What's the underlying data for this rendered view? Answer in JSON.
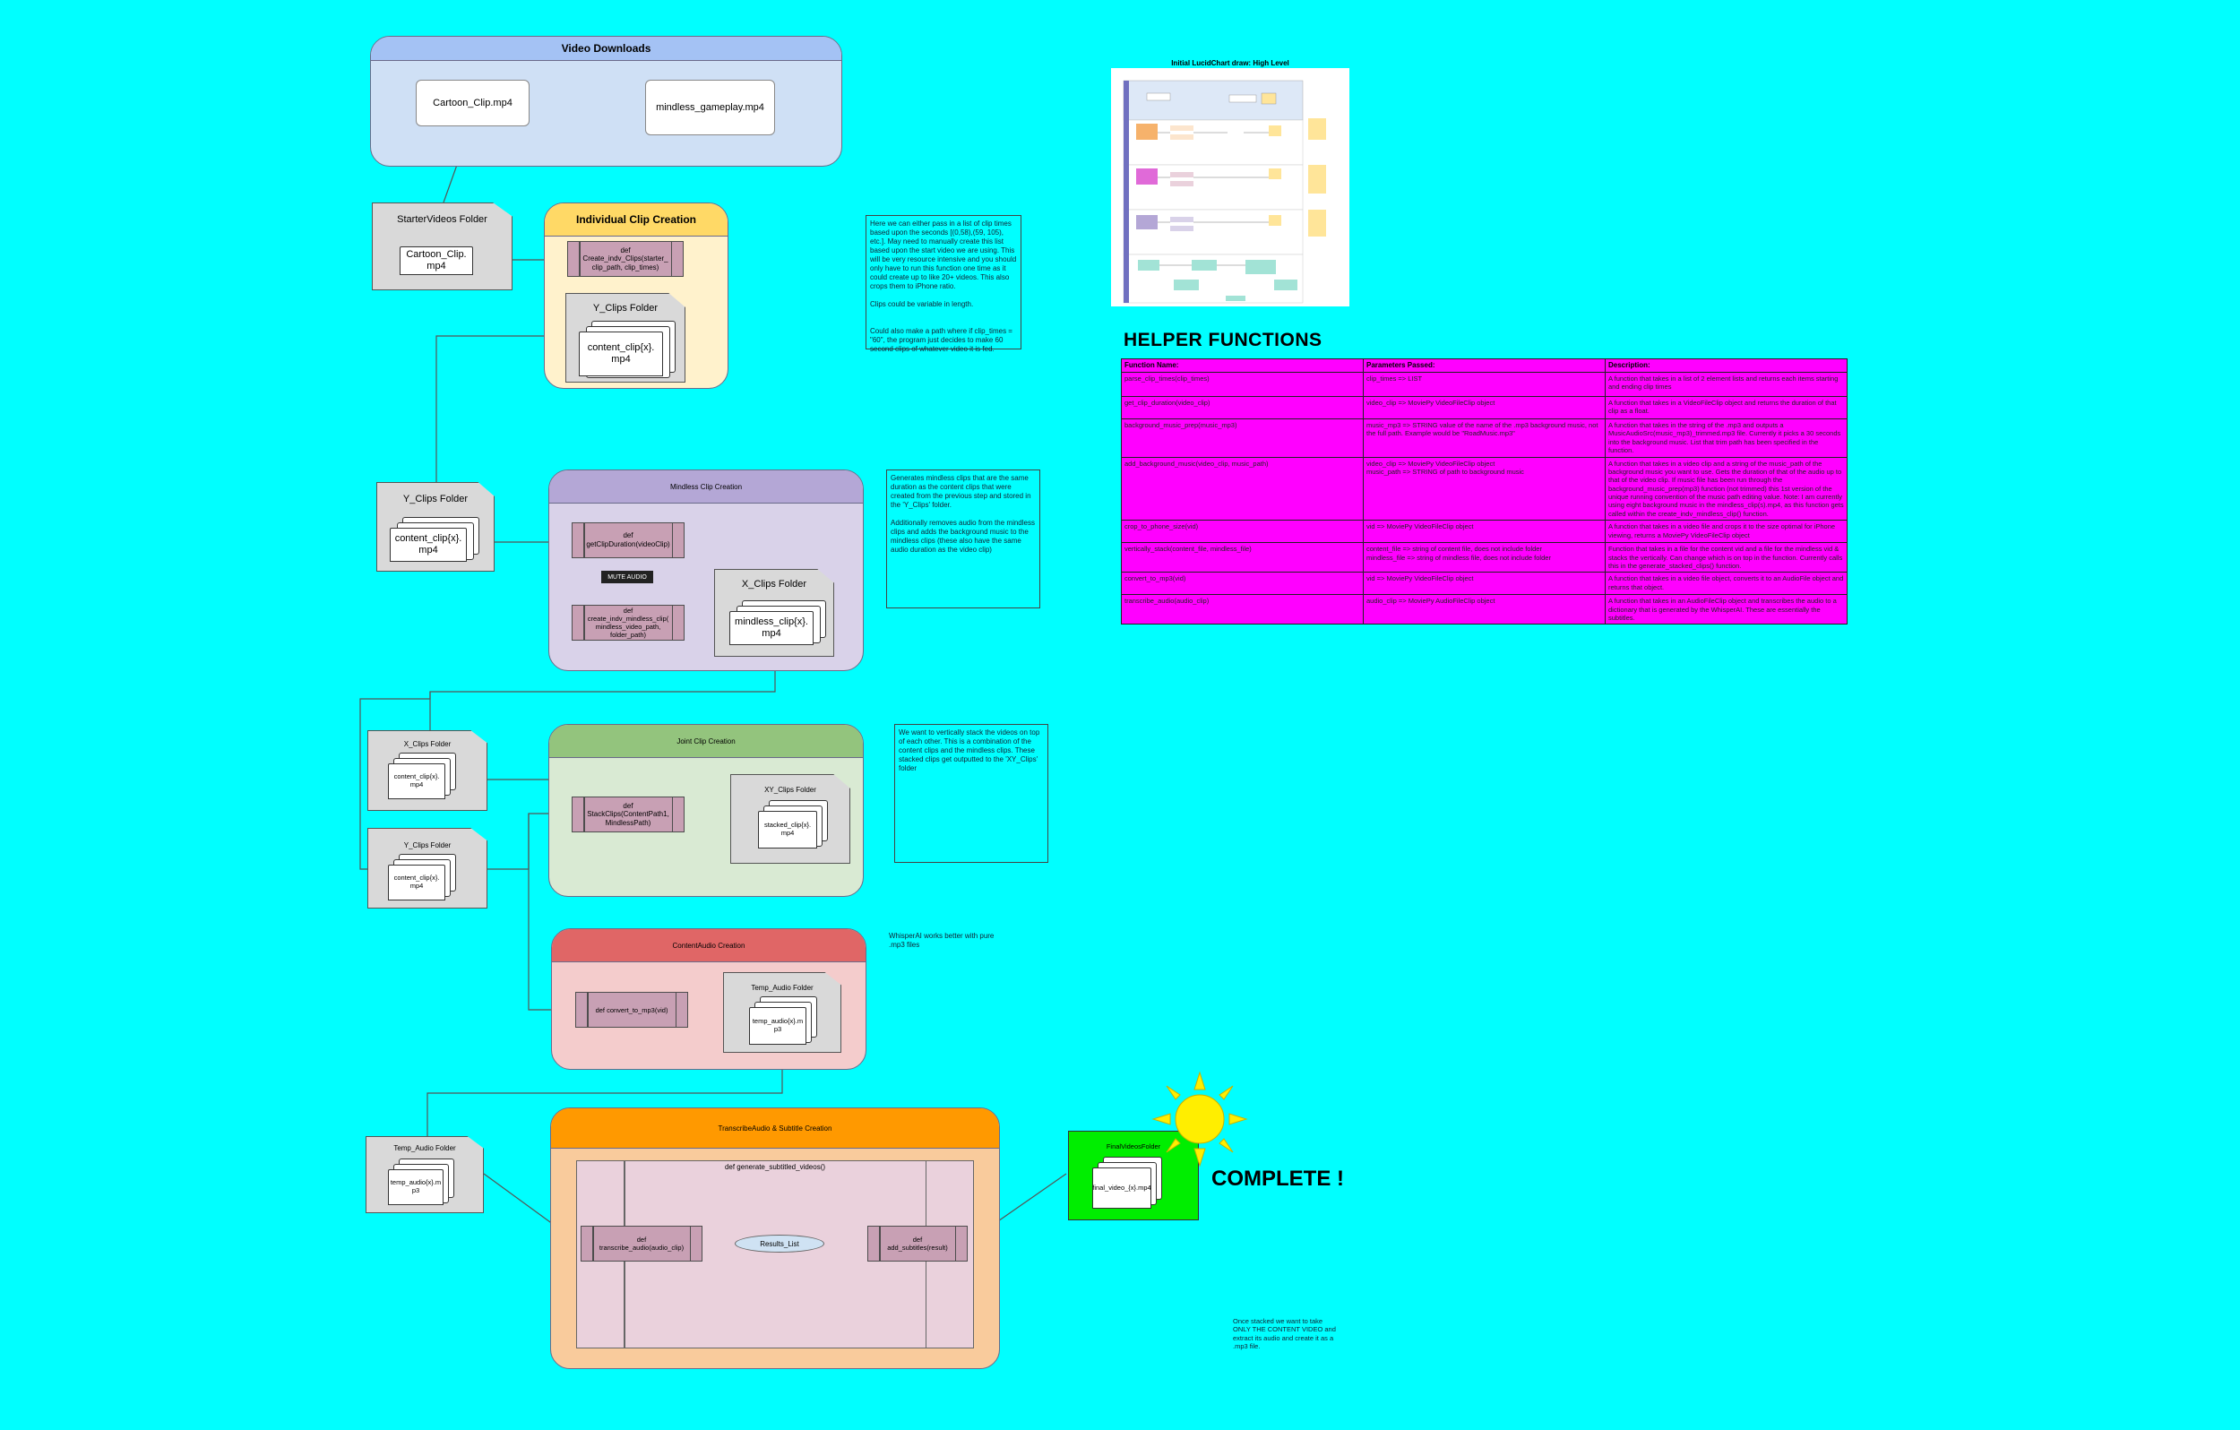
{
  "video_downloads": {
    "title": "Video Downloads",
    "file1": "Cartoon_Clip.mp4",
    "file2": "mindless_gameplay.mp4"
  },
  "starter_folder": {
    "title": "StarterVideos Folder",
    "file": "Cartoon_Clip.\nmp4"
  },
  "individual": {
    "title": "Individual Clip Creation",
    "fn": "def\nCreate_indv_Clips(starter_\nclip_path, clip_times)",
    "folder_title": "Y_Clips Folder",
    "folder_file": "content_clip{x}.\nmp4"
  },
  "note_individual": "Here we can either pass in a list of clip times based upon the seconds [(0,58),(59, 105), etc.]. May need to manually create this list based upon the start video we are using. This will be very resource intensive and you should only have to run this function one time as it could create up to like 20+ videos. This also crops them to iPhone ratio.\n\nClips could be variable in length.\n\n\nCould also make a path where if clip_times = \"60\", the program just decides to make 60 second clips of whatever video it is fed.",
  "mindless": {
    "title": "Mindless Clip Creation",
    "left_folder_title": "Y_Clips Folder",
    "left_folder_file": "content_clip{x}.\nmp4",
    "fn1": "def\ngetClipDuration(videoClip)",
    "mute": "MUTE AUDIO",
    "fn2": "def\ncreate_indv_mindless_clip(\nmindless_video_path,\nfolder_path)",
    "folder_title": "X_Clips Folder",
    "folder_file": "mindless_clip{x}.\nmp4"
  },
  "note_mindless": "Generates mindless clips that are the same duration as the content clips that were created from the previous step and stored in the 'Y_Clips' folder.\n\nAdditionally removes audio from the mindless clips and adds the background music to the mindless clips (these also have the same audio duration as the video clip)",
  "joint": {
    "title": "Joint Clip Creation",
    "x_folder_title": "X_Clips Folder",
    "x_folder_file": "content_clip{x}.\nmp4",
    "y_folder_title": "Y_Clips Folder",
    "y_folder_file": "content_clip{x}.\nmp4",
    "fn": "def\nStackClips(ContentPath1,\nMindlessPath)",
    "folder_title": "XY_Clips Folder",
    "folder_file": "stacked_clip{x}.\nmp4"
  },
  "note_joint": "We want to vertically stack the videos on top of each other. This is a combination of the content clips and the mindless clips. These stacked clips get outputted to the 'XY_Clips' folder",
  "content_audio": {
    "title": "ContentAudio Creation",
    "fn": "def convert_to_mp3(vid)",
    "folder_title": "Temp_Audio Folder",
    "folder_file": "temp_audio{x}.m\np3"
  },
  "note_whisper": "WhisperAI works better with pure\n.mp3 files",
  "transcribe": {
    "title": "TranscribeAudio & Subtitle Creation",
    "left_folder_title": "Temp_Audio Folder",
    "left_folder_file": "temp_audio{x}.m\np3",
    "inner_title": "def generate_subtitled_videos()",
    "fn1": "def\ntranscribe_audio(audio_clip)",
    "results": "Results_List",
    "fn2": "def\nadd_subtitles(result)"
  },
  "final": {
    "title": "FinalVideosFolder",
    "file": "final_video_{x}.mp4",
    "complete": "COMPLETE !"
  },
  "note_bottom": "Once stacked we want to take\nONLY THE CONTENT VIDEO and\nextract its audio and create it as a\n.mp3 file.",
  "thumb_title": "Initial LucidChart draw: High Level",
  "helper": {
    "title": "HELPER FUNCTIONS",
    "headers": [
      "Function Name:",
      "Parameters Passed:",
      "Description:"
    ],
    "rows": [
      [
        "parse_clip_times(clip_times)",
        "clip_times => LIST",
        "A function that takes in a list of 2 element lists and returns each items starting and ending clip times"
      ],
      [
        "get_clip_duration(video_clip)",
        "video_clip => MoviePy VideoFileClip object",
        "A function that takes in a VideoFileClip object and returns the duration of that clip as a float."
      ],
      [
        "background_music_prep(music_mp3)",
        "music_mp3 => STRING value of the name of the .mp3 background music, not the full path. Example would be \"RoadMusic.mp3\"",
        "A function that takes in the string of the .mp3 and outputs a MusicAudioSrc(music_mp3)_trimmed.mp3 file. Currently it picks a 30 seconds into the background music. List that trim path has been specified in the function."
      ],
      [
        "add_background_music(video_clip, music_path)",
        "video_clip => MoviePy VideoFileClip object\nmusic_path => STRING of path to background music",
        "A function that takes in a video clip and a string of the music_path of the background music you want to use. Gets the duration of that of the audio up to that of the video clip. If music file has been run through the background_music_prep(mp3) function (not trimmed) this 1st version of the unique running convention of the music path editing value. Note: I am currently using eight background music in the mindless_clip(s).mp4, as this function gets called within the create_indv_mindless_clip() function."
      ],
      [
        "crop_to_phone_size(vid)",
        "vid => MoviePy VideoFileClip object",
        "A function that takes in a video file and crops it to the size optimal for iPhone viewing, returns a MoviePy VideoFileClip object"
      ],
      [
        "vertically_stack(content_file, mindless_file)",
        "content_file => string of content file, does not include folder\nmindless_file => string of mindless file, does not include folder",
        "Function that takes in a file for the content vid and a file for the mindless vid & stacks the vertically. Can change which is on top in the function. Currently calls this in the generate_stacked_clips() function."
      ],
      [
        "convert_to_mp3(vid)",
        "vid => MoviePy VideoFileClip object",
        "A function that takes in a video file object, converts it to an AudioFile object and returns that object."
      ],
      [
        "transcribe_audio(audio_clip)",
        "audio_clip => MoviePy AudioFileClip object",
        "A function that takes in an AudioFileClip object and transcribes the audio to a dictionary that is generated by the WhisperAI. These are essentially the subtitles."
      ]
    ]
  },
  "colors": {
    "bg": "#00ffff",
    "magenta": "#ff00ff",
    "green": "#00ee00",
    "sun": "#ffee00"
  }
}
